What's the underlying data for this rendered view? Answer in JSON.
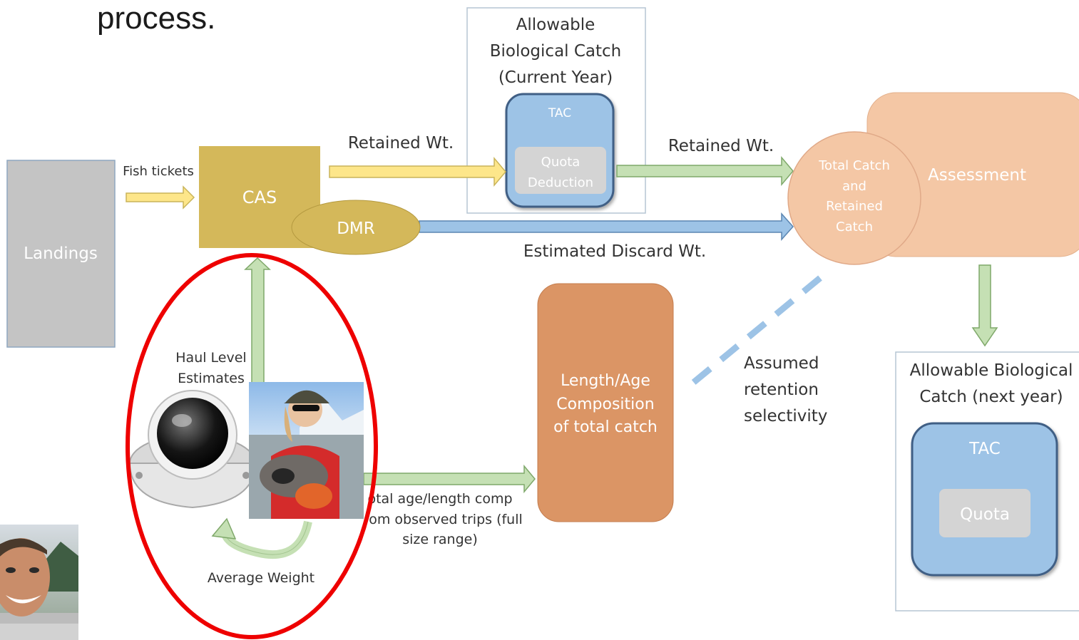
{
  "heading": "process.",
  "abc_current": {
    "line1": "Allowable",
    "line2": "Biological Catch",
    "line3": "(Current Year)",
    "tac": "TAC",
    "quota_line1": "Quota",
    "quota_line2": "Deduction"
  },
  "landings": "Landings",
  "fish_tickets": "Fish tickets",
  "cas": "CAS",
  "dmr": "DMR",
  "retained_wt_left": "Retained Wt.",
  "retained_wt_right": "Retained Wt.",
  "estimated_discard": "Estimated Discard Wt.",
  "total_catch": {
    "line1": "Total Catch",
    "line2": "and",
    "line3": "Retained",
    "line4": "Catch"
  },
  "assessment": "Assessment",
  "haul_level": {
    "line1": "Haul Level",
    "line2": "Estimates"
  },
  "average_weight": "Average Weight",
  "comp_text": {
    "line1": "otal age/length comp",
    "line2": "om observed trips (full",
    "line3": "size range)"
  },
  "length_age": {
    "line1": "Length/Age",
    "line2": "Composition",
    "line3": "of total catch"
  },
  "assumed": {
    "line1": "Assumed",
    "line2": "retention",
    "line3": "selectivity"
  },
  "abc_next": {
    "line1": "Allowable Biological",
    "line2": "Catch (next year)",
    "tac": "TAC",
    "quota": "Quota"
  },
  "colors": {
    "cas_gold": "#d4b85a",
    "landings_gray": "#c4c4c4",
    "tac_blue": "#9dc3e6",
    "assessment_peach": "#f4c7a5",
    "length_orange": "#db9565",
    "highlight_red": "#ee0000",
    "arrow_yellow": "#fde68a",
    "arrow_green": "#c5e0b4",
    "arrow_blue": "#9dc3e6"
  }
}
